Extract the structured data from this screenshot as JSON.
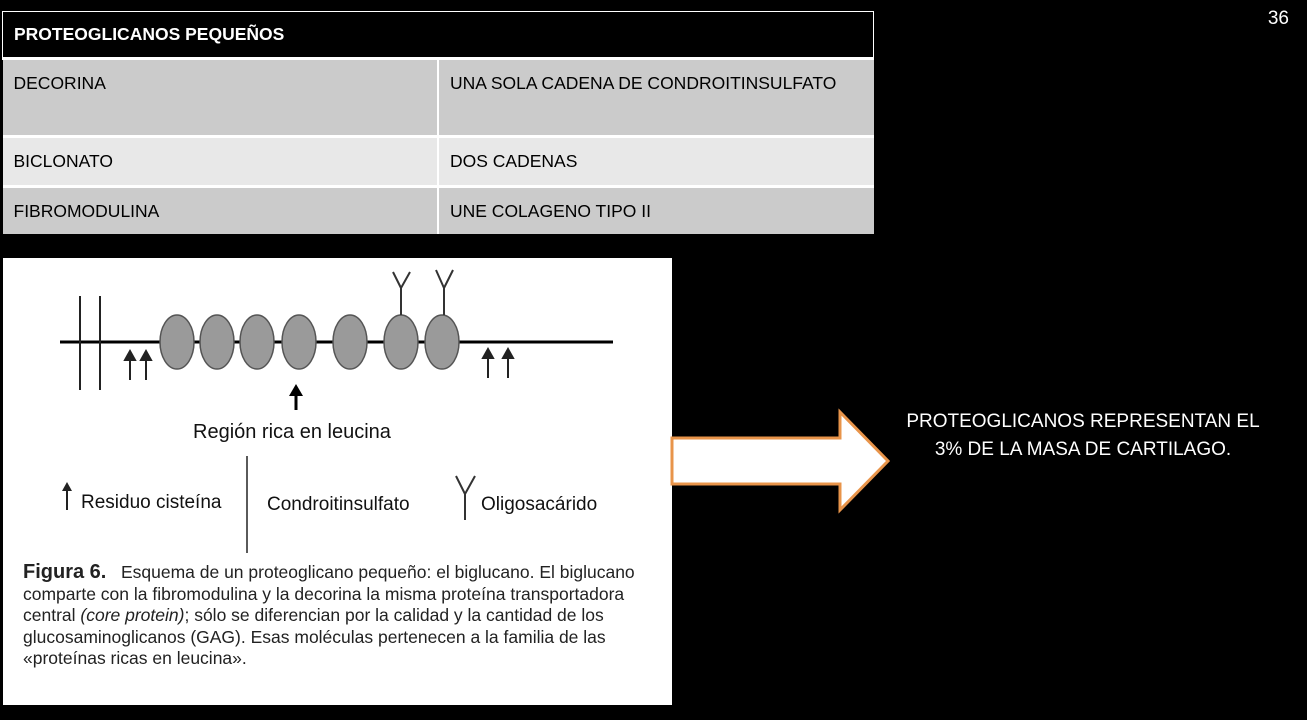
{
  "slide": {
    "number": "36"
  },
  "table": {
    "header": "PROTEOGLICANOS PEQUEÑOS",
    "rows": [
      {
        "name": "DECORINA",
        "description": "UNA SOLA CADENA DE CONDROITINSULFATO"
      },
      {
        "name": "BICLONATO",
        "description": "DOS CADENAS"
      },
      {
        "name": "FIBROMODULINA",
        "description": "UNE COLAGENO TIPO II"
      }
    ]
  },
  "figure": {
    "region_label": "Región rica en leucina",
    "legend": {
      "cysteine": "Residuo cisteína",
      "chondroitin": "Condroitinsulfato",
      "oligosaccharide": "Oligosacárido"
    },
    "caption": {
      "label": "Figura 6.",
      "text_1": "Esquema de un proteoglicano pequeño: el biglucano. El biglucano comparte con la fibromodulina y la decorina la misma proteína transportadora central ",
      "italic": "(core protein)",
      "text_2": "; sólo se diferencian por la calidad y la cantidad de los glucosaminoglicanos (GAG). Esas moléculas pertenecen a la familia de las «proteínas ricas en leucina»."
    }
  },
  "note": {
    "text": "PROTEOGLICANOS   REPRESENTAN EL 3% DE LA MASA  DE CARTILAGO."
  },
  "colors": {
    "background": "#000000",
    "row_dark": "#cbcbcb",
    "row_light": "#e8e8e8",
    "arrow_border": "#e8944a",
    "domain_fill": "#9a9a9a"
  }
}
